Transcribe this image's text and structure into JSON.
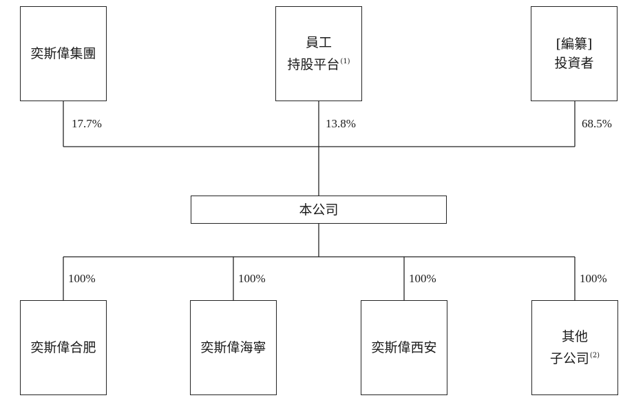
{
  "shareholders": [
    {
      "line1": "奕斯偉集團",
      "line2": "",
      "note": "",
      "pct": "17.7%"
    },
    {
      "line1": "員工",
      "line2": "持股平台",
      "note": "(1)",
      "pct": "13.8%"
    },
    {
      "line1": "[編纂]",
      "line2": "投資者",
      "note": "",
      "pct": "68.5%"
    }
  ],
  "company": {
    "label": "本公司"
  },
  "subsidiaries": [
    {
      "line1": "奕斯偉合肥",
      "line2": "",
      "note": "",
      "pct": "100%"
    },
    {
      "line1": "奕斯偉海寧",
      "line2": "",
      "note": "",
      "pct": "100%"
    },
    {
      "line1": "奕斯偉西安",
      "line2": "",
      "note": "",
      "pct": "100%"
    },
    {
      "line1": "其他",
      "line2": "子公司",
      "note": "(2)",
      "pct": "100%"
    }
  ]
}
